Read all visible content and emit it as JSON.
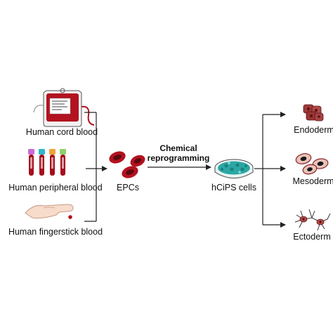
{
  "sources": [
    {
      "label": "Human cord blood",
      "icon": "blood-bag-icon"
    },
    {
      "label": "Human peripheral blood",
      "icon": "blood-tubes-icon"
    },
    {
      "label": "Human fingerstick blood",
      "icon": "fingerstick-icon"
    }
  ],
  "intermediate": {
    "label": "EPCs",
    "icon": "red-blood-cells-icon"
  },
  "process": {
    "line1": "Chemical",
    "line2": "reprogramming"
  },
  "product": {
    "label": "hCiPS cells",
    "icon": "petri-dish-icon"
  },
  "outputs": [
    {
      "label": "Endoderm",
      "icon": "endoderm-cells-icon"
    },
    {
      "label": "Mesoderm",
      "icon": "mesoderm-cells-icon"
    },
    {
      "label": "Ectoderm",
      "icon": "ectoderm-neurons-icon"
    }
  ],
  "colors": {
    "blood": "#b3121f",
    "dark_red": "#7a0f16",
    "cell_inner": "#e8c6bd",
    "dish": "#2aa7a4",
    "tube_caps": [
      "#c86bd6",
      "#2fb8c8",
      "#f0a23a",
      "#8fd16a"
    ]
  }
}
